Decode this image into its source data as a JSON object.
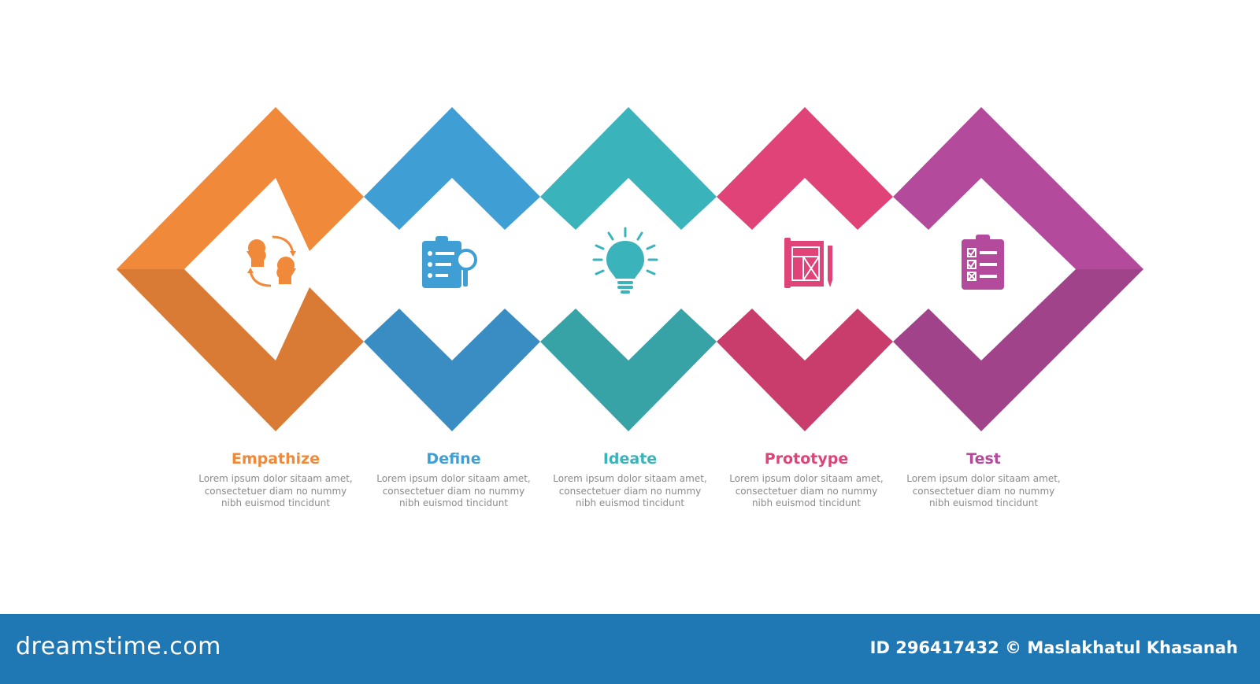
{
  "colors": {
    "empathize": "#f0893a",
    "define": "#3f9fd5",
    "ideate": "#3bb3bb",
    "prototype": "#df4378",
    "test": "#b34a9b",
    "footer": "#1f78b4",
    "description": "#8a8a8a"
  },
  "steps": [
    {
      "title": "Empathize",
      "icon": "two-heads-exchange-icon",
      "description": [
        "Lorem ipsum dolor sitaam amet,",
        "consectetuer diam no nummy",
        "nibh euismod tincidunt"
      ]
    },
    {
      "title": "Define",
      "icon": "clipboard-search-icon",
      "description": [
        "Lorem ipsum dolor sitaam amet,",
        "consectetuer diam no nummy",
        "nibh euismod tincidunt"
      ]
    },
    {
      "title": "Ideate",
      "icon": "lightbulb-icon",
      "description": [
        "Lorem ipsum dolor sitaam amet,",
        "consectetuer diam no nummy",
        "nibh euismod tincidunt"
      ]
    },
    {
      "title": "Prototype",
      "icon": "blueprint-pencil-icon",
      "description": [
        "Lorem ipsum dolor sitaam amet,",
        "consectetuer diam no nummy",
        "nibh euismod tincidunt"
      ]
    },
    {
      "title": "Test",
      "icon": "checklist-clipboard-icon",
      "description": [
        "Lorem ipsum dolor sitaam amet,",
        "consectetuer diam no nummy",
        "nibh euismod tincidunt"
      ]
    }
  ],
  "footer": {
    "logo": "dreamstime.com",
    "credit": "ID 296417432 © Maslakhatul Khasanah"
  }
}
